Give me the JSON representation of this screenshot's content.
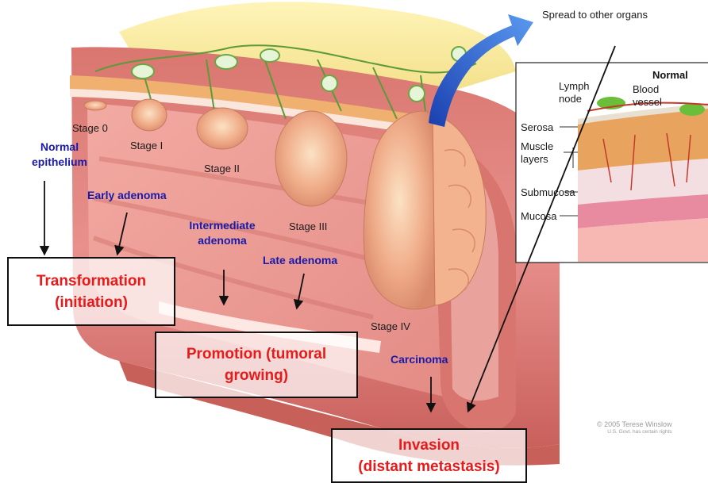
{
  "header": {
    "spread_label": "Spread to other organs"
  },
  "stages": {
    "stage0": "Stage 0",
    "stage1": "Stage I",
    "stage2": "Stage II",
    "stage3": "Stage III",
    "stage4": "Stage IV"
  },
  "progression": {
    "normal_line1": "Normal",
    "normal_line2": "epithelium",
    "early": "Early adenoma",
    "intermediate_line1": "Intermediate",
    "intermediate_line2": "adenoma",
    "late": "Late adenoma",
    "carcinoma": "Carcinoma"
  },
  "phases": {
    "transformation_line1": "Transformation",
    "transformation_line2": "(initiation)",
    "promotion_line1": "Promotion (tumoral",
    "promotion_line2": "growing)",
    "invasion_line1": "Invasion",
    "invasion_line2": "(distant metastasis)"
  },
  "inset": {
    "title": "Normal",
    "lymph_line1": "Lymph",
    "lymph_line2": "node",
    "blood_line1": "Blood",
    "blood_line2": "vessel",
    "serosa": "Serosa",
    "muscle_line1": "Muscle",
    "muscle_line2": "layers",
    "submucosa": "Submucosa",
    "mucosa": "Mucosa"
  },
  "credit": {
    "line1": "© 2005 Terese Winslow",
    "line2": "U.S. Govt. has certain rights"
  },
  "colors": {
    "label_blue": "#1a1aa8",
    "phase_red": "#e81a1a",
    "tissue_pink": "#e8868a",
    "tumor": "#f2b58f",
    "arrow_blue": "#2a5fd0"
  }
}
